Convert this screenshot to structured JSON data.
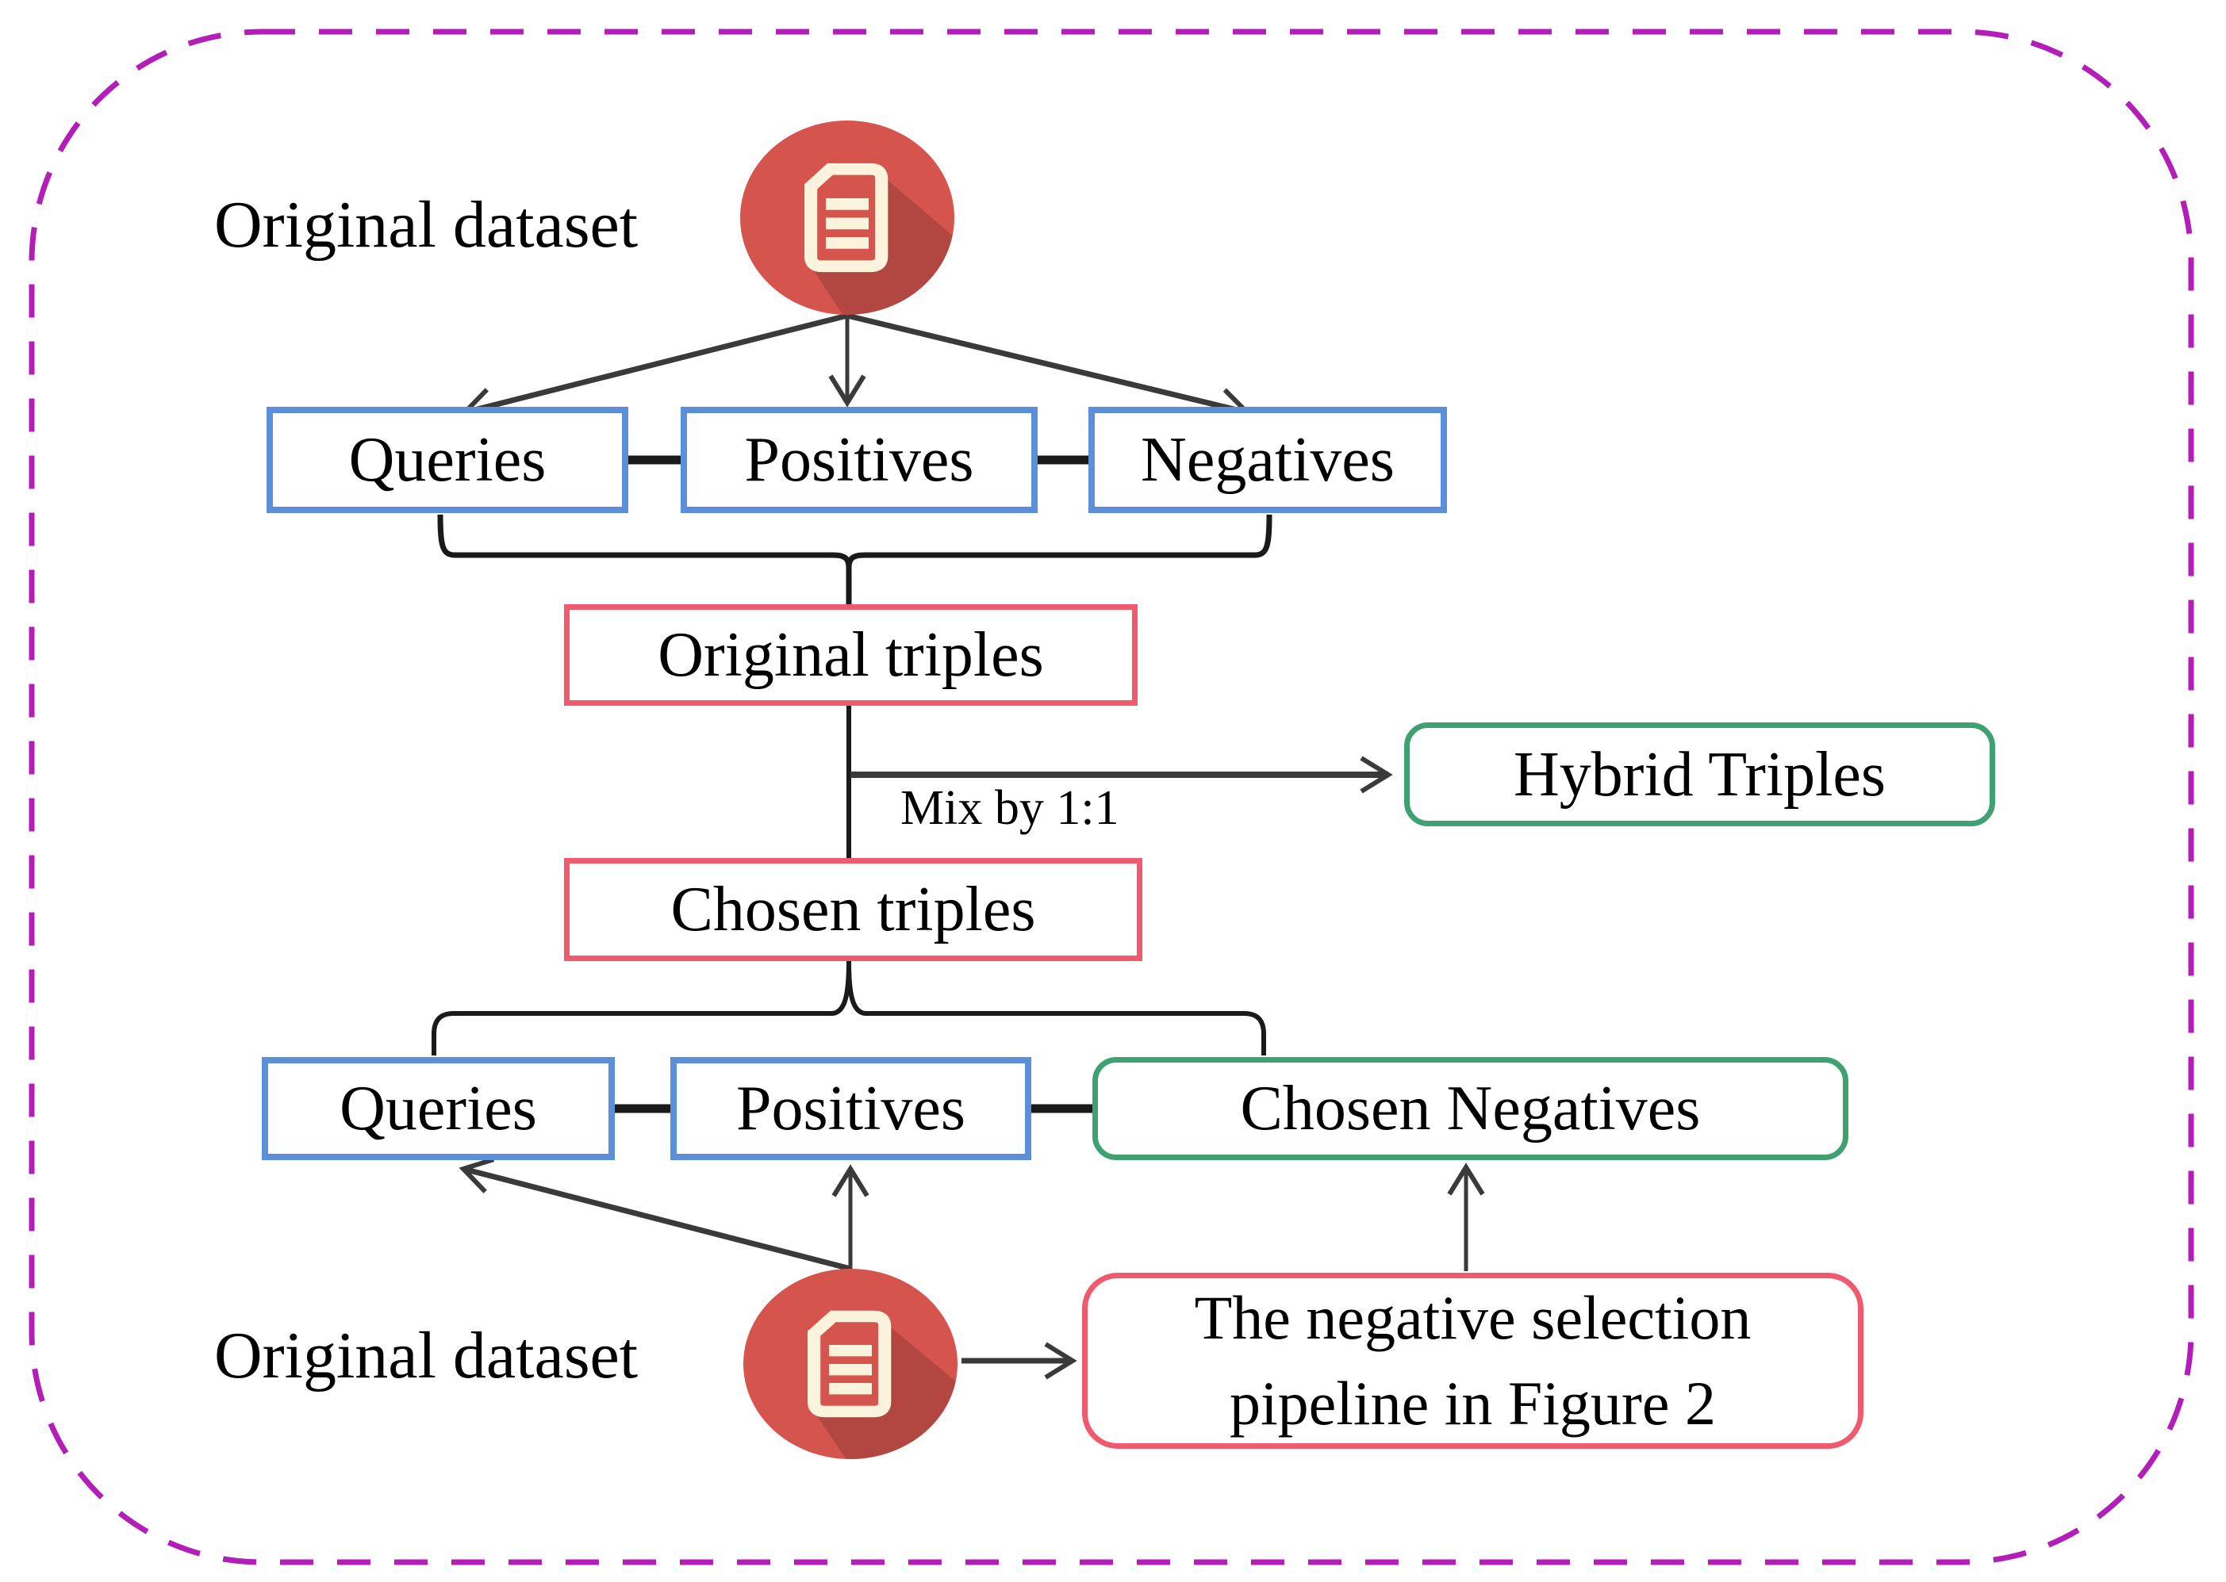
{
  "figure": {
    "type": "flow-diagram",
    "description": "Dataset mixing pipeline producing hybrid triples"
  },
  "labels": {
    "dataset_top": "Original dataset",
    "dataset_bottom": "Original dataset",
    "mix": "Mix by 1:1"
  },
  "nodes": {
    "row1": [
      "Queries",
      "Positives",
      "Negatives"
    ],
    "original_triples": "Original triples",
    "hybrid_triples": "Hybrid Triples",
    "chosen_triples": "Chosen triples",
    "row2": [
      "Queries",
      "Positives",
      "Chosen Negatives"
    ],
    "pipeline_line1": "The negative selection",
    "pipeline_line2": "pipeline in Figure 2"
  },
  "icons": {
    "top": "document-icon",
    "bottom": "document-icon"
  },
  "colors": {
    "frame_dashed": "#B31DB8",
    "box_blue": "#5B8FD9",
    "box_pink": "#EF5A6E",
    "box_green": "#3FA171",
    "icon_red": "#D5544D",
    "icon_paper": "#FBF3DC",
    "line": "#1A1A1A",
    "arrow": "#3A3A3A"
  }
}
